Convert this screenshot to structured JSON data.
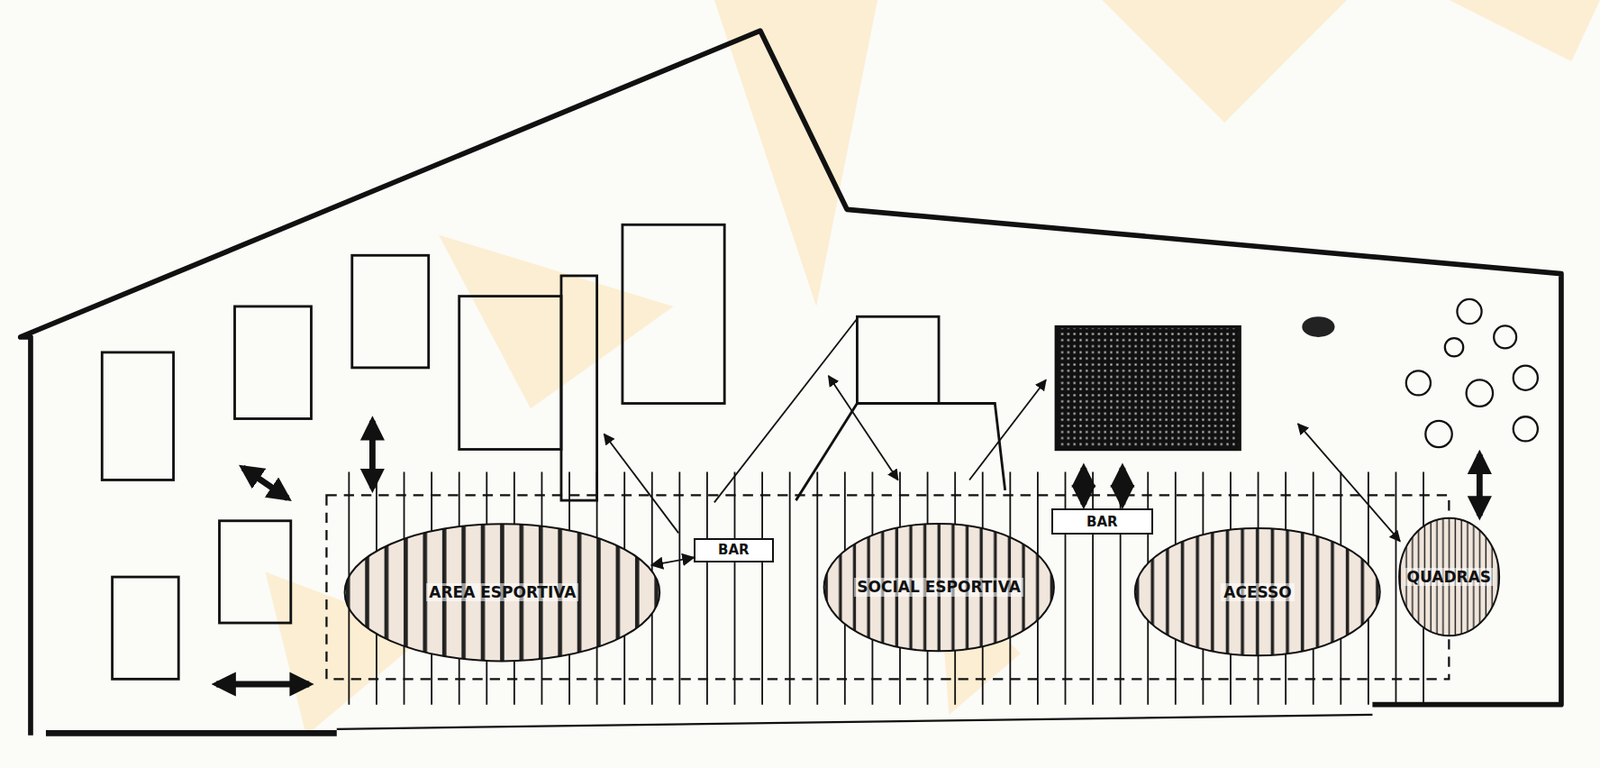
{
  "diagram": {
    "nodes": [
      {
        "text": [
          "AREA ESPORTIVA"
        ]
      },
      {
        "text": [
          "BAR"
        ]
      },
      {
        "text": [
          "SOCIAL ESPORTIVA"
        ]
      },
      {
        "text": [
          "BAR"
        ]
      },
      {
        "text": [
          "ACESSO"
        ]
      },
      {
        "text": [
          "QUADRAS"
        ]
      }
    ],
    "edges": [
      {
        "from": 0,
        "to": 1,
        "arrow": "both"
      }
    ]
  }
}
